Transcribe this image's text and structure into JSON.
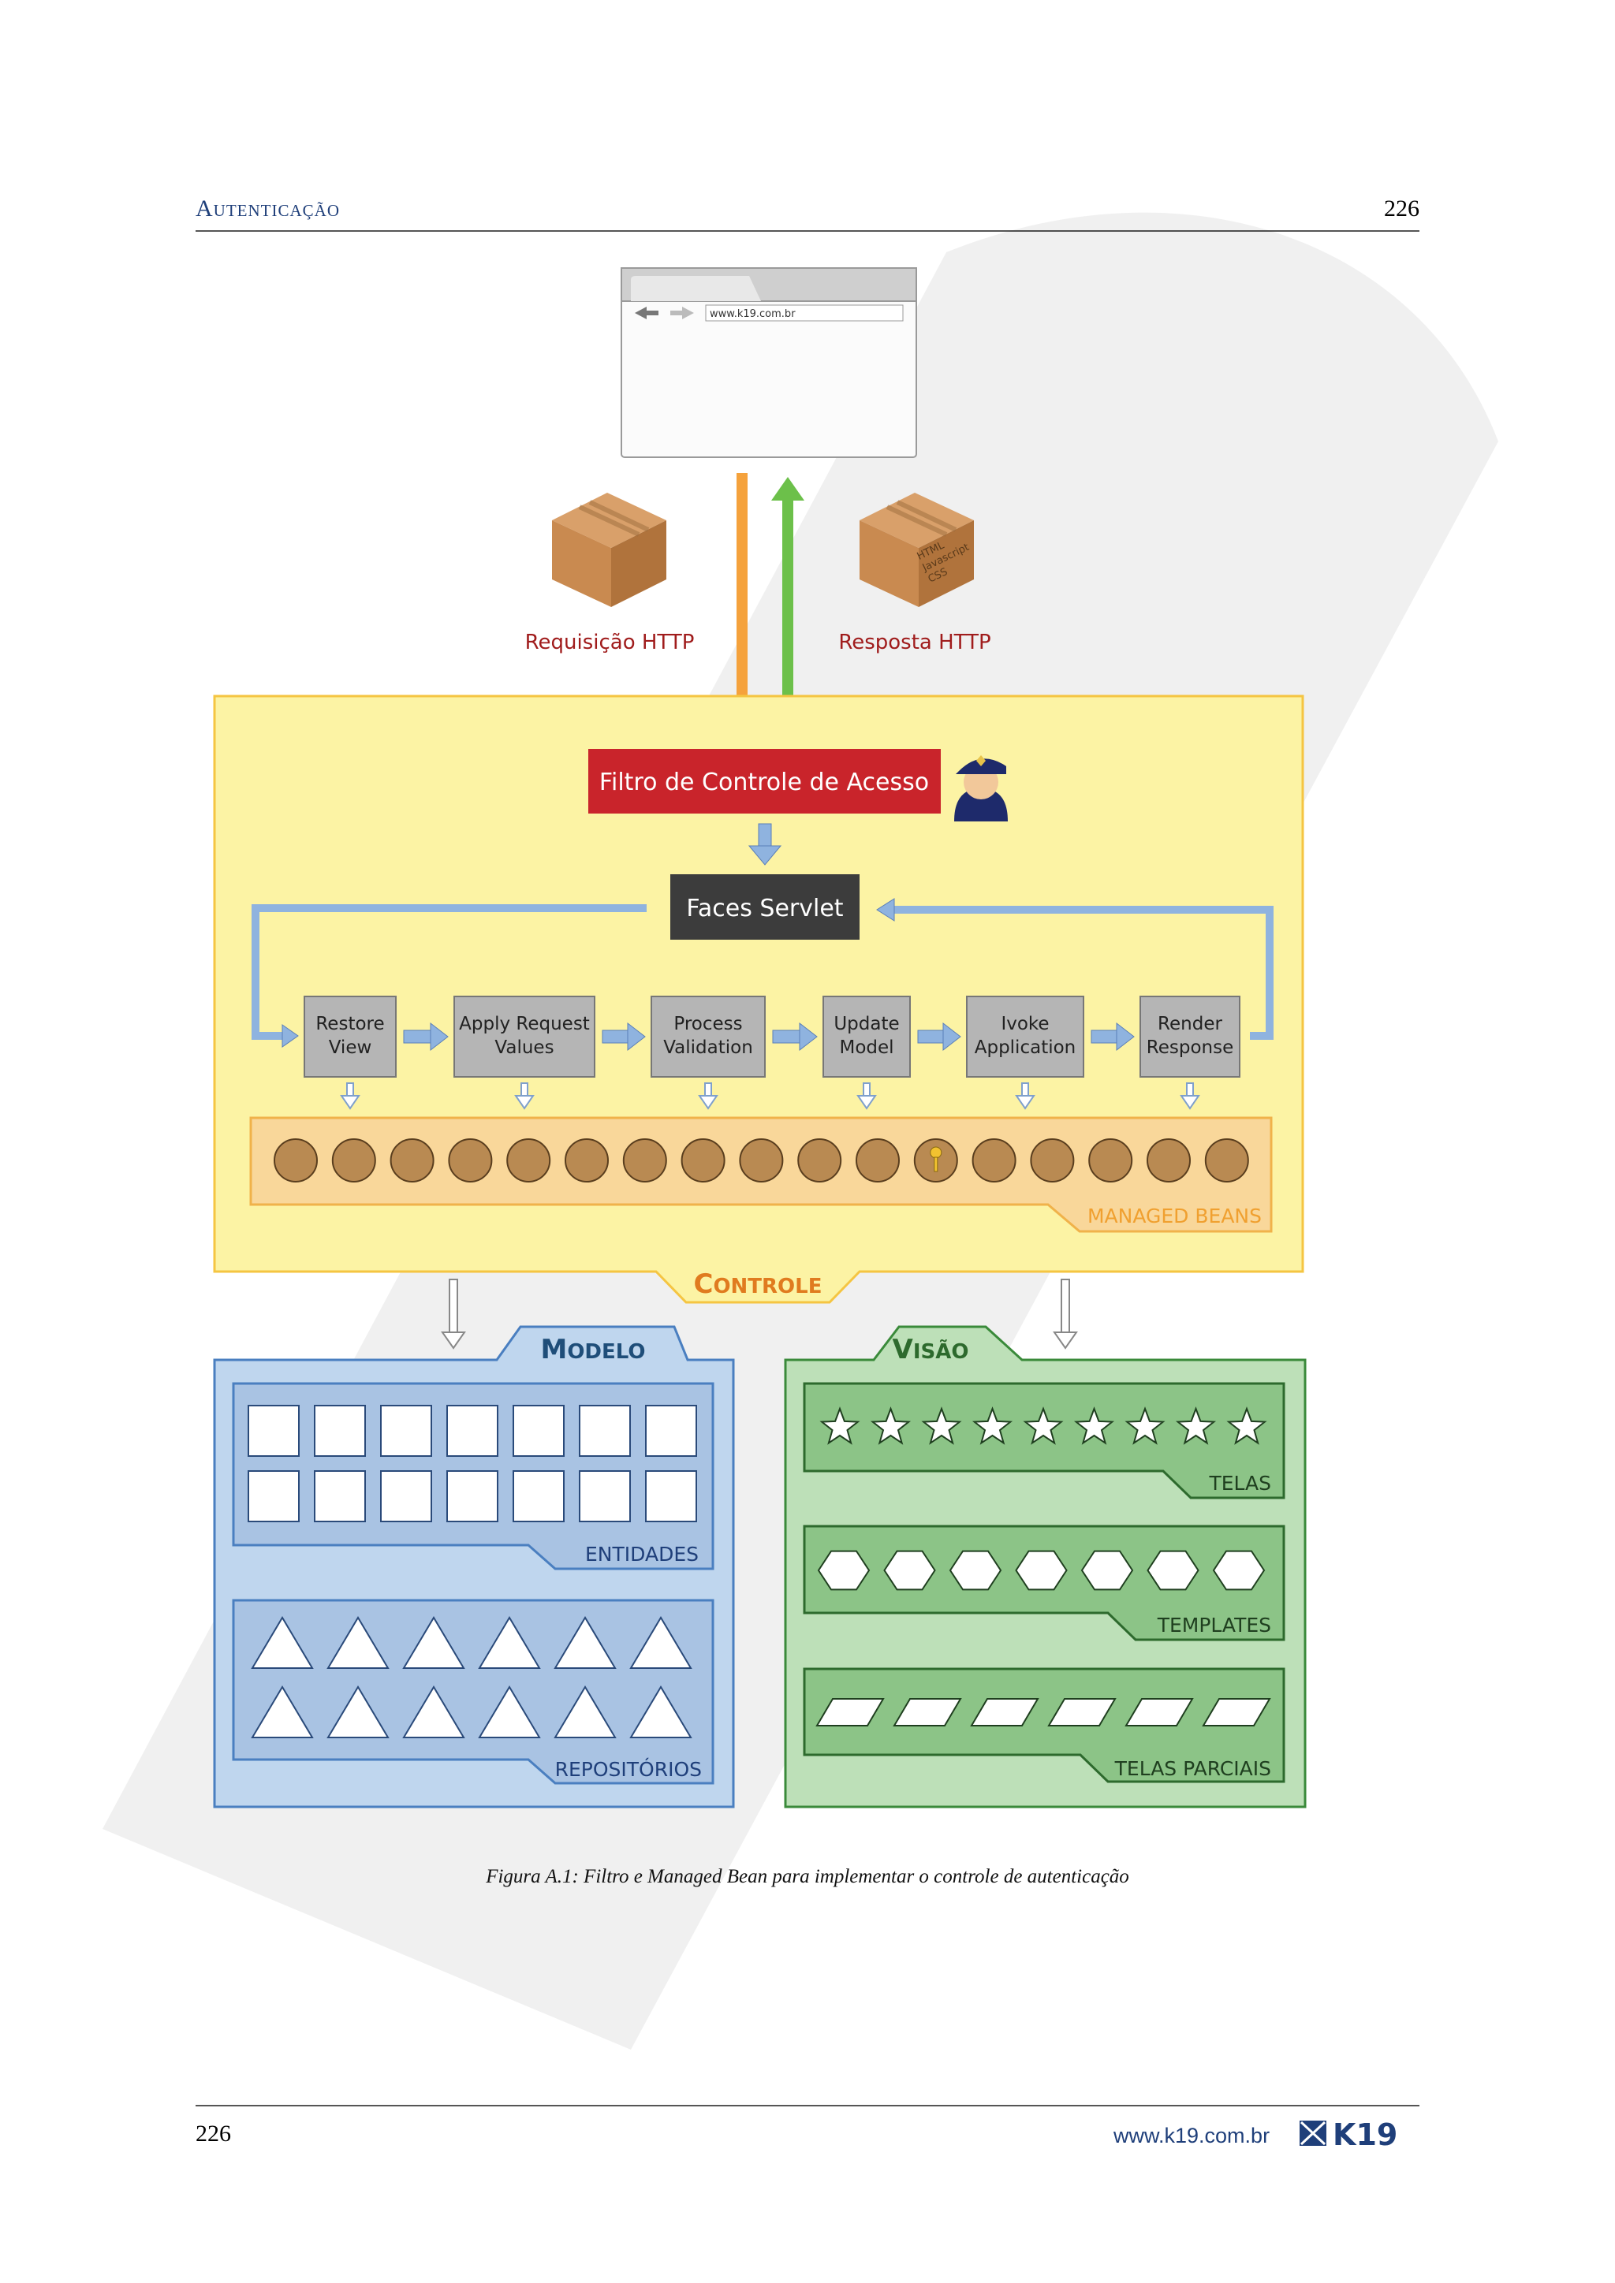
{
  "header": {
    "chapter_title": "Autenticação",
    "page_number": "226"
  },
  "footer": {
    "page_number": "226",
    "url": "www.k19.com.br",
    "logo_text": "K19"
  },
  "browser": {
    "address": "www.k19.com.br"
  },
  "http": {
    "request_label": "Requisição HTTP",
    "response_label": "Resposta HTTP",
    "response_box_text": [
      "HTML",
      "Javascript",
      "CSS"
    ]
  },
  "controle": {
    "filter_label": "Filtro de Controle de Acesso",
    "servlet_label": "Faces Servlet",
    "phases": [
      [
        "Restore",
        "View"
      ],
      [
        "Apply Request",
        "Values"
      ],
      [
        "Process",
        "Validation"
      ],
      [
        "Update",
        "Model"
      ],
      [
        "Ivoke",
        "Application"
      ],
      [
        "Render",
        "Response"
      ]
    ],
    "managed_beans_label": "MANAGED BEANS",
    "managed_beans_count": 17,
    "section_label": "Controle"
  },
  "modelo": {
    "section_label": "Modelo",
    "entidades_label": "ENTIDADES",
    "repositorios_label": "REPOSITÓRIOS"
  },
  "visao": {
    "section_label": "Visão",
    "telas_label": "TELAS",
    "templates_label": "TEMPLATES",
    "telas_parciais_label": "TELAS PARCIAIS"
  },
  "caption": "Figura A.1: Filtro e Managed Bean para implementar o controle de autenticação",
  "colors": {
    "controle_fill": "#fcf3a4",
    "controle_border": "#f5c542",
    "filter_red": "#c9242b",
    "servlet_dark": "#3c3c3c",
    "phase_gray": "#b5b5b5",
    "bean_brown": "#b98a52",
    "modelo_fill": "#bfd6ee",
    "modelo_title": "#1f4e79",
    "visao_fill": "#bde0b8",
    "visao_title": "#2d6a2d",
    "request_arrow": "#f5a23c",
    "response_arrow": "#6cc04a"
  }
}
